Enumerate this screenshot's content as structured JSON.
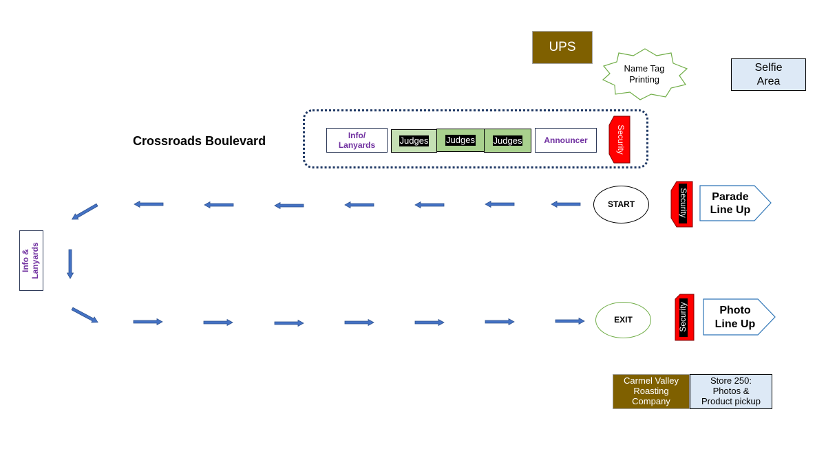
{
  "title": "Crossroads Boulevard",
  "ups": "UPS",
  "name_tag": "Name Tag\nPrinting",
  "selfie": "Selfie\nArea",
  "table": {
    "info": "Info/\nLanyards",
    "judges": [
      "Judges",
      "Judges",
      "Judges"
    ],
    "announcer": "Announcer",
    "security": "Security"
  },
  "start": "START",
  "exit": "EXIT",
  "security_top": "Security",
  "security_bottom": "Security",
  "parade": "Parade\nLine Up",
  "photo": "Photo\nLine Up",
  "info_side": "Info &\nLanyards",
  "carmel": "Carmel Valley\nRoasting\nCompany",
  "store": "Store 250:\nPhotos &\nProduct pickup",
  "colors": {
    "brown": "#7f6000",
    "light_blue": "#dde9f6",
    "green_fill": "#a9d18e",
    "light_green": "#c5e0b4",
    "purple": "#7030a0",
    "red": "#ff0000",
    "arrow_fill": "#4472c4",
    "arrow_stroke": "#2f528f",
    "name_tag_green": "#70ad47",
    "parade_blue": "#2e75b6"
  }
}
